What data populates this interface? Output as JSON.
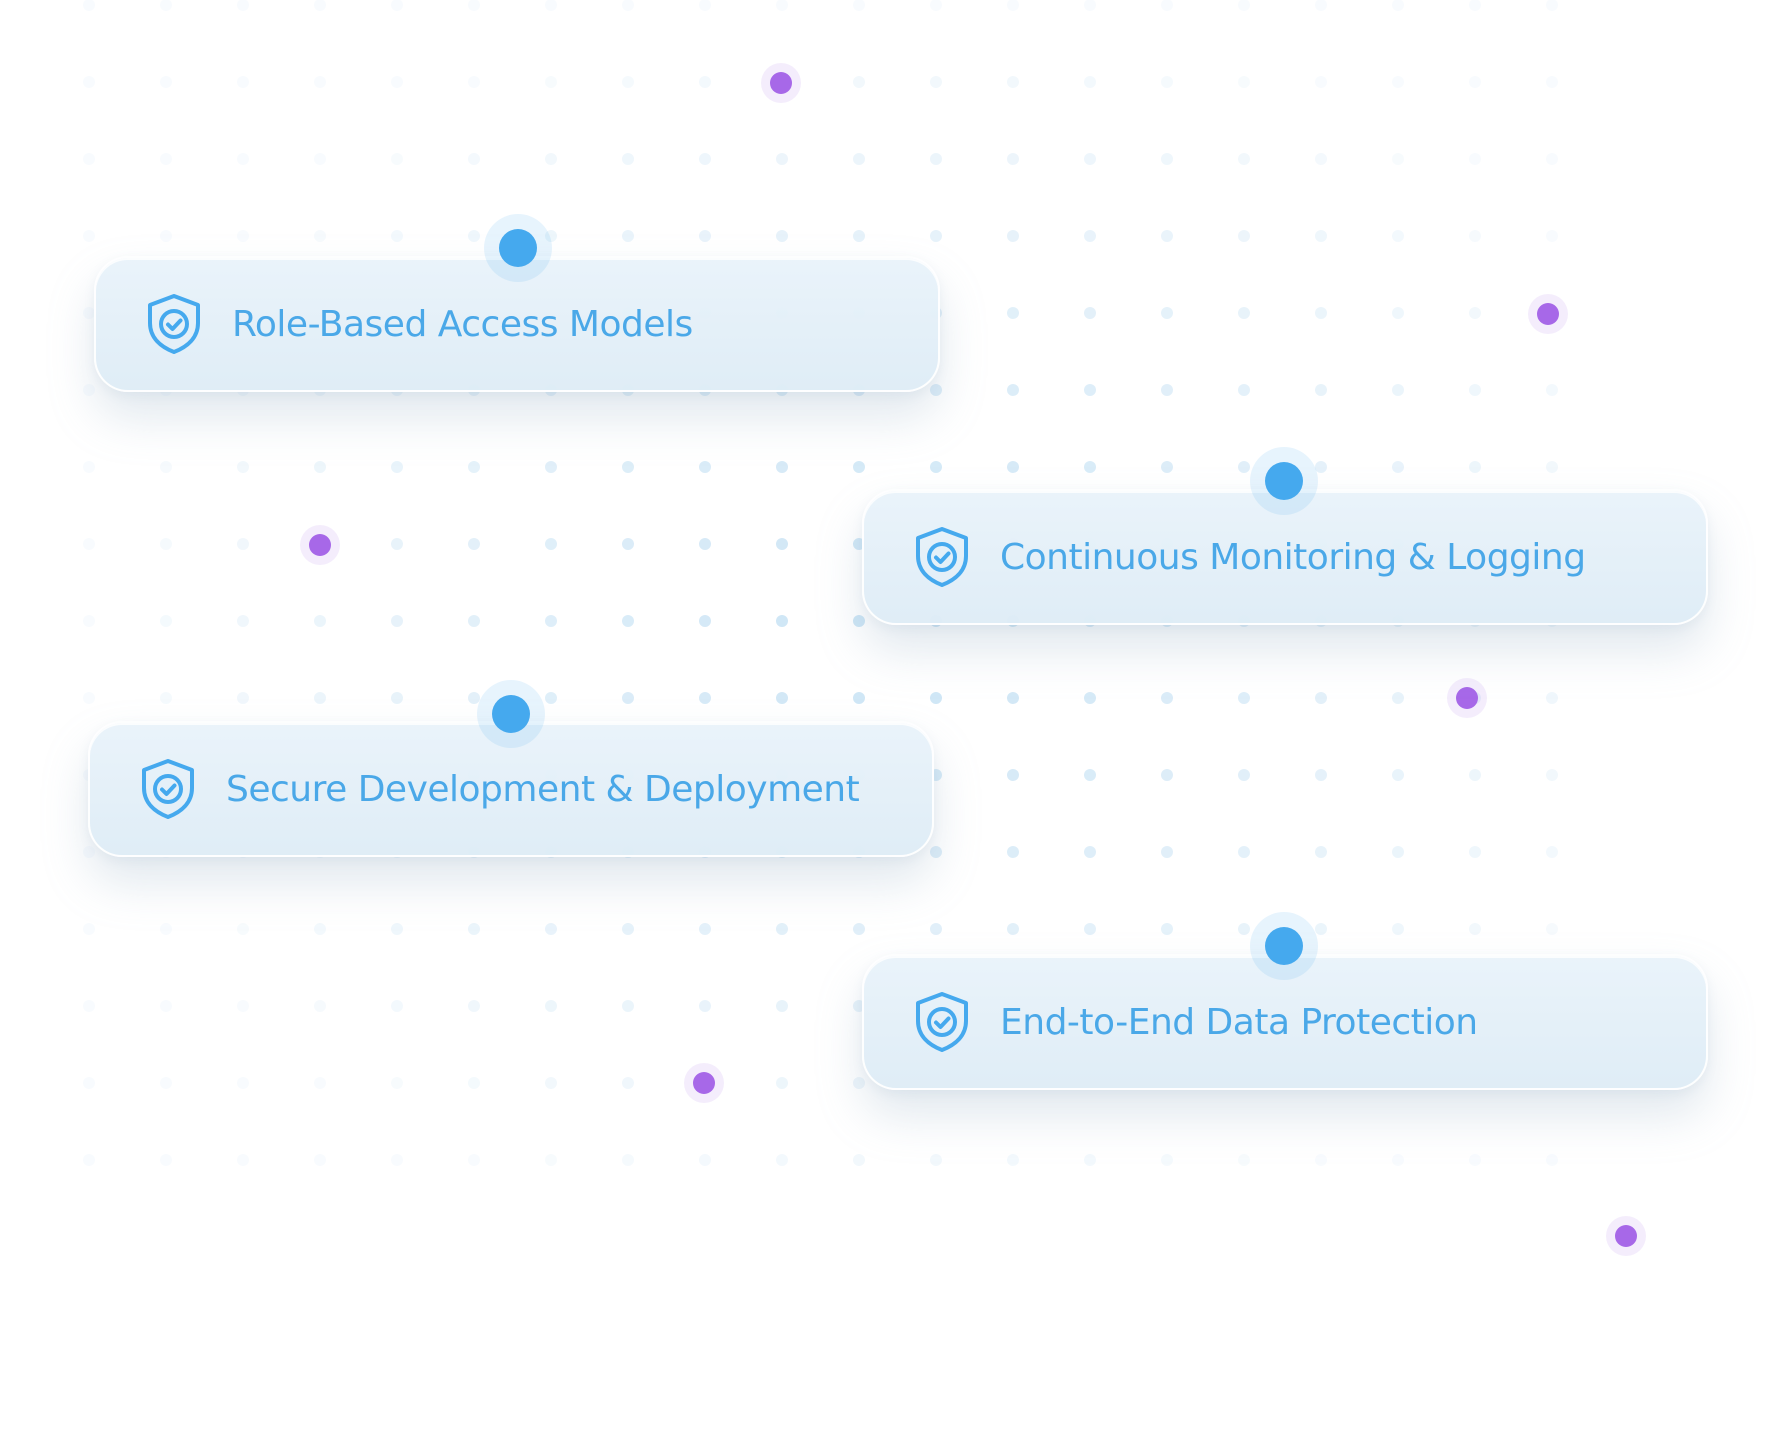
{
  "colors": {
    "accent_blue": "#45a9ee",
    "accent_purple": "#a768e8",
    "grid_dot": "#c7e2f4",
    "card_text": "#4aa8e8"
  },
  "cards": [
    {
      "label": "Role-Based Access Models",
      "icon": "shield-check-icon"
    },
    {
      "label": "Continuous Monitoring & Logging",
      "icon": "shield-check-icon"
    },
    {
      "label": "Secure Development & Deployment",
      "icon": "shield-check-icon"
    },
    {
      "label": "End-to-End Data Protection",
      "icon": "shield-check-icon"
    }
  ]
}
